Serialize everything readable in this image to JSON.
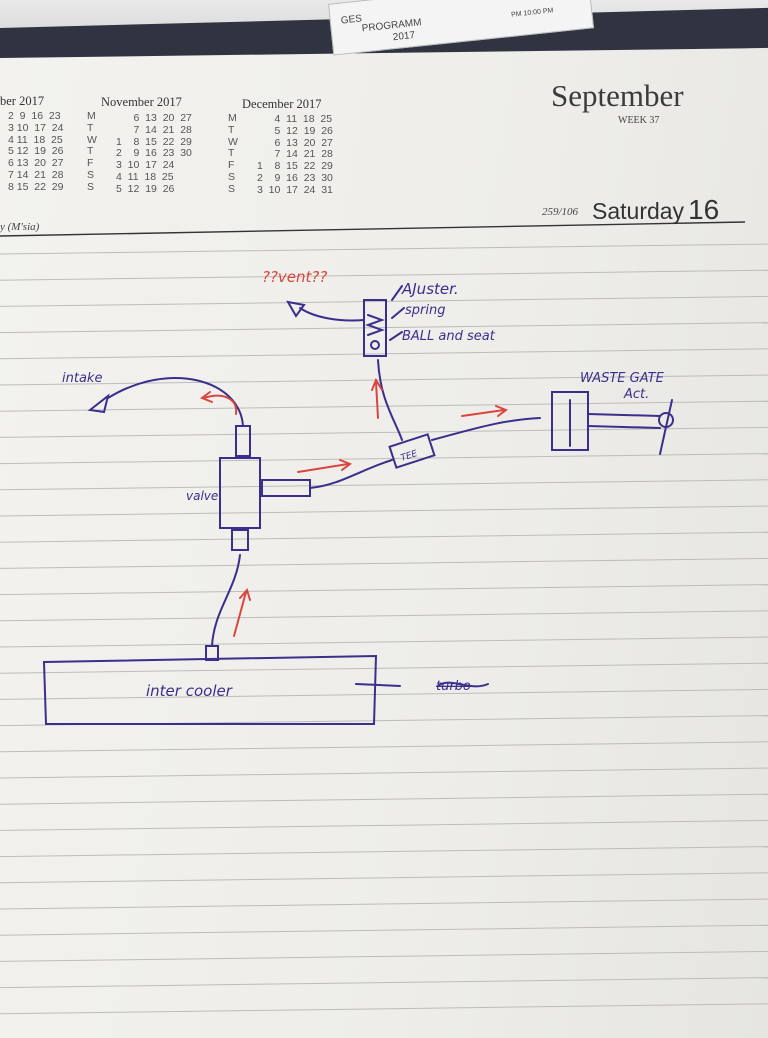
{
  "slip": {
    "line1": "GES",
    "line2": "PROGRAMM",
    "line3": "2017",
    "time": "PM 10:00 PM"
  },
  "calendars": [
    {
      "title": "ber 2017",
      "rows": [
        "2  9  16  23",
        "3 10  17  24",
        "4 11  18  25",
        "5 12  19  26",
        "6 13  20  27",
        "7 14  21  28",
        "8 15  22  29"
      ]
    },
    {
      "title": "November 2017",
      "rows": [
        "      6  13  20  27",
        "      7  14  21  28",
        "1    8  15  22  29",
        "2    9  16  23  30",
        "3  10  17  24",
        "4  11  18  25",
        "5  12  19  26"
      ]
    },
    {
      "title": "December 2017",
      "rows": [
        "      4  11  18  25",
        "      5  12  19  26",
        "      6  13  20  27",
        "      7  14  21  28",
        "1    8  15  22  29",
        "2    9  16  23  30",
        "3  10  17  24  31"
      ]
    }
  ],
  "weekday_letters": [
    "M",
    "T",
    "W",
    "T",
    "F",
    "S",
    "S"
  ],
  "header": {
    "month": "September",
    "week": "WEEK 37",
    "day_count": "259/106",
    "day_name": "Saturday",
    "day_number": "16",
    "holiday": "y (M'sia)"
  },
  "sketch": {
    "vent": "??vent??",
    "adjuster": "AJuster.",
    "spring": "spring",
    "ball_seat": "BALL and seat",
    "intake": "intake",
    "wastegate": "WASTE GATE",
    "act": "Act.",
    "valve": "valve",
    "tee": "TEE",
    "intercooler": "inter cooler",
    "turbo": "turbo"
  }
}
